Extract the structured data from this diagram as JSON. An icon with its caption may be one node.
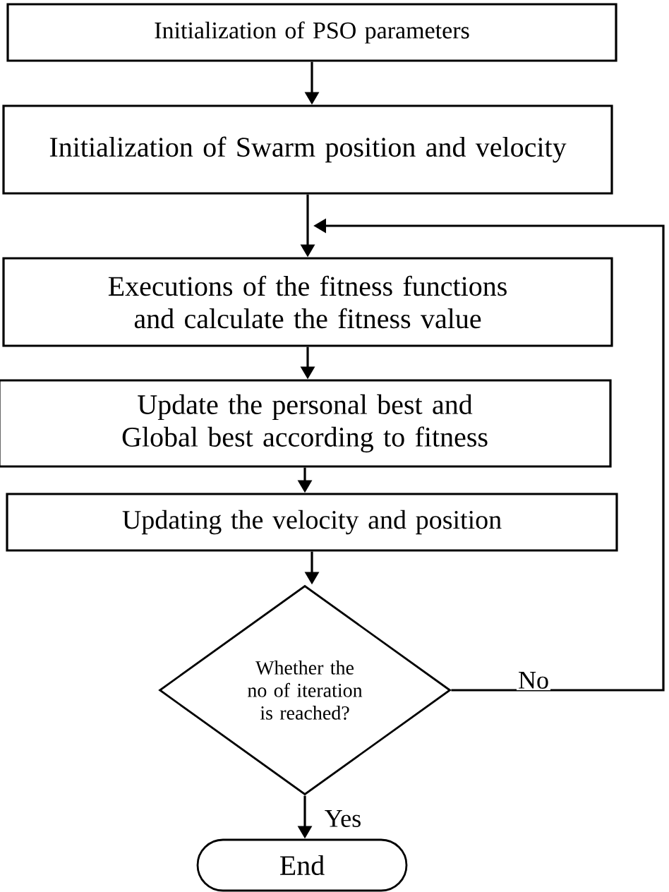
{
  "diagram": {
    "nodes": [
      {
        "text": [
          "Initialization of PSO parameters"
        ]
      },
      {
        "text": [
          "Initialization of Swarm position and velocity"
        ]
      },
      {
        "text": [
          "Executions of the fitness functions and calculate the fitness value"
        ]
      },
      {
        "text": [
          "Update the personal best and Global best according to fitness"
        ]
      },
      {
        "text": [
          "Updating the velocity and position"
        ]
      },
      {
        "text": [
          "Whether the no of iteration is reached?"
        ]
      },
      {
        "text": [
          "End"
        ]
      }
    ],
    "edges": [
      {
        "from": 0,
        "to": 1,
        "arrow": "to"
      },
      {
        "from": 1,
        "to": 2,
        "arrow": "to"
      },
      {
        "from": 2,
        "to": 3,
        "arrow": "to"
      },
      {
        "from": 3,
        "to": 4,
        "arrow": "to"
      },
      {
        "from": 4,
        "to": 5,
        "arrow": "to"
      },
      {
        "from": 5,
        "to": 6,
        "arrow": "to",
        "label": "Yes"
      },
      {
        "from": 5,
        "to": 2,
        "arrow": "to",
        "label": "No"
      }
    ]
  }
}
